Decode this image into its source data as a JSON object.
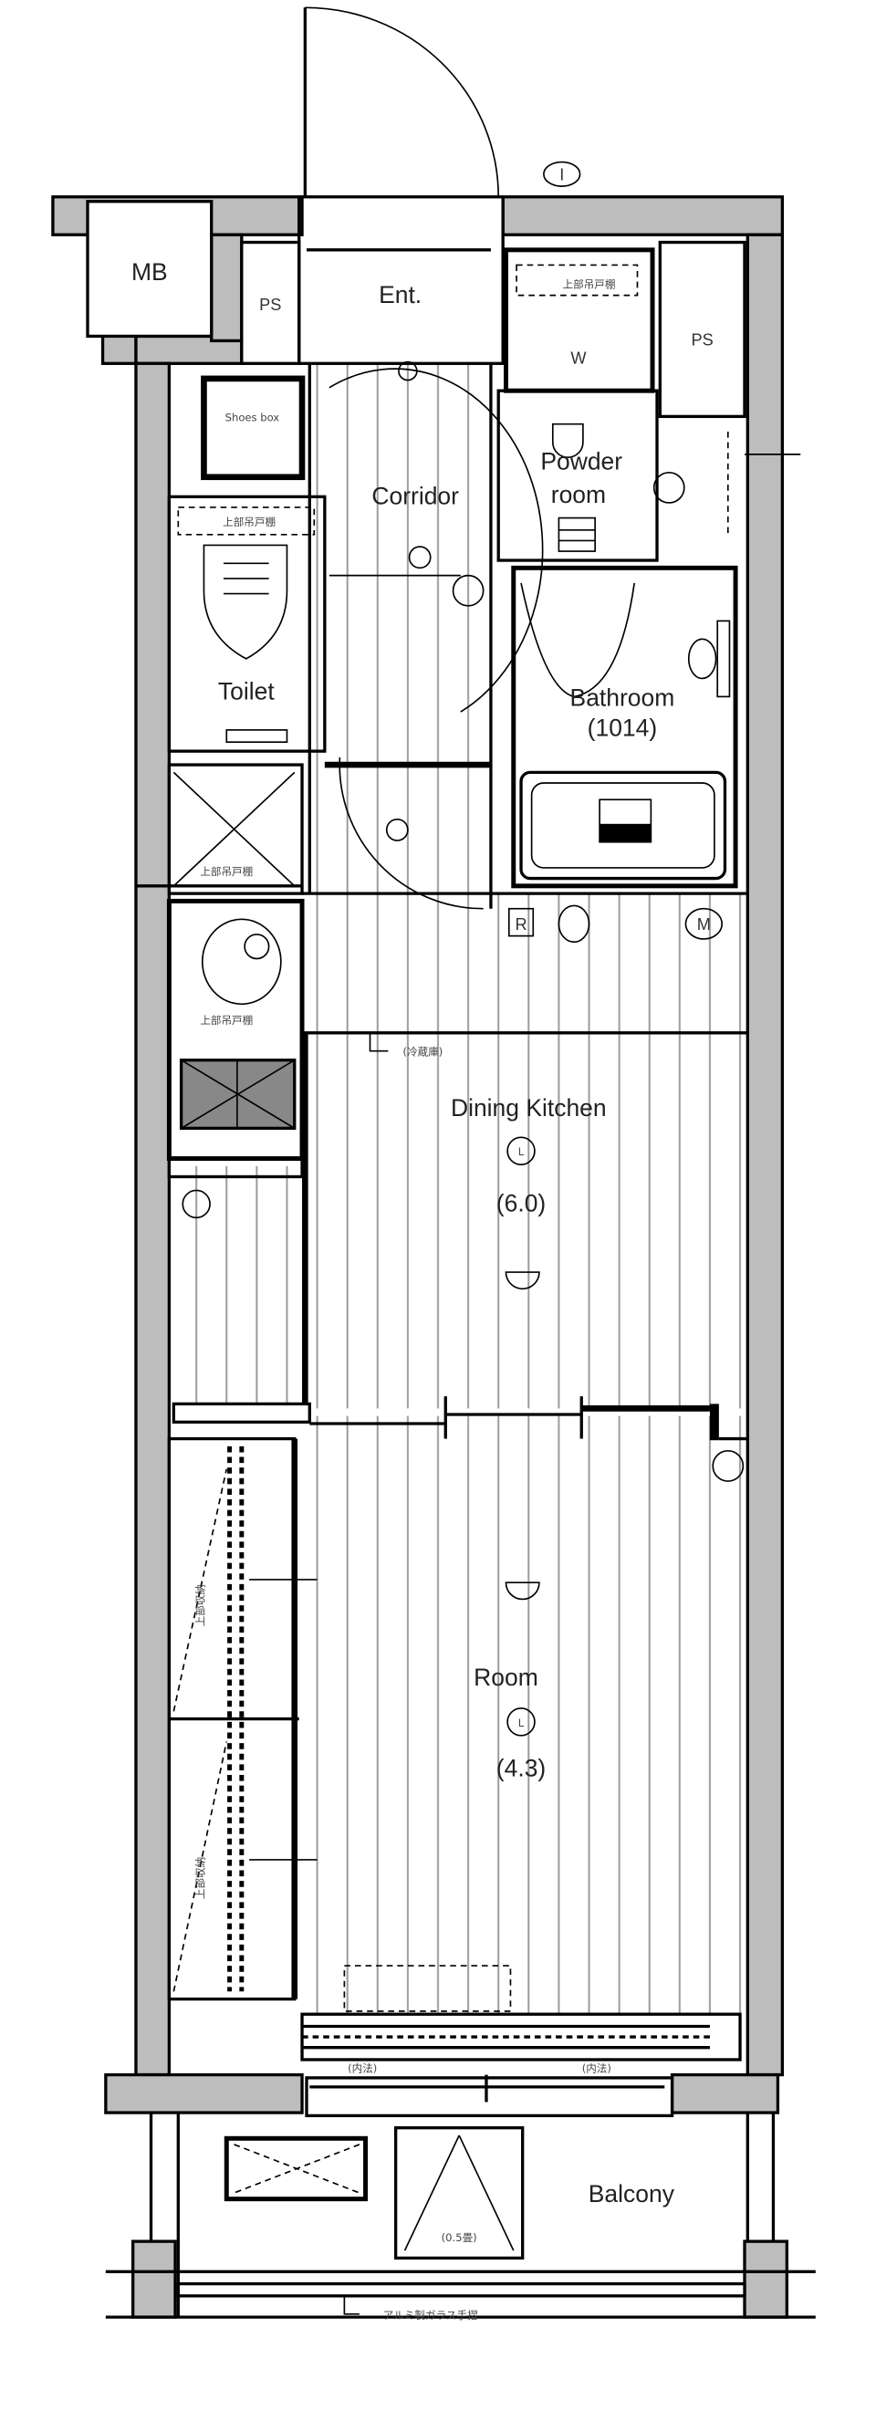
{
  "plan": {
    "rooms": {
      "mb": "MB",
      "ps_left": "PS",
      "ps_right": "PS",
      "entrance": "Ent.",
      "washer": "W",
      "shoe_box": "Shoes box",
      "corridor": "Corridor",
      "powder_room_1": "Powder",
      "powder_room_2": "room",
      "toilet": "Toilet",
      "bathroom": "Bathroom",
      "bathroom_size": "(1014)",
      "dining_kitchen": "Dining Kitchen",
      "dining_kitchen_size": "(6.0)",
      "room": "Room",
      "room_size": "(4.3)",
      "balcony": "Balcony",
      "balcony_storage": "(0.5畳)"
    },
    "annotations": {
      "fridge": "(冷蔵庫)",
      "upper_cabinet": "上部吊戸棚",
      "upper_shelf": "上部吊戸棚",
      "closet_left_1": "上部収納",
      "closet_left_2": "上部収納",
      "railing": "アルミ製ガラス手摺",
      "ceiling_light_symbol": "L",
      "intercom_symbol": "I",
      "remote_symbol": "R",
      "meter_symbol": "M",
      "sash_width_left": "(内法)",
      "sash_width_right": "(内法)"
    },
    "colors": {
      "wall_fill": "#bdbdbd",
      "line": "#000000",
      "floor_hatch": "#9a9a9a"
    }
  }
}
